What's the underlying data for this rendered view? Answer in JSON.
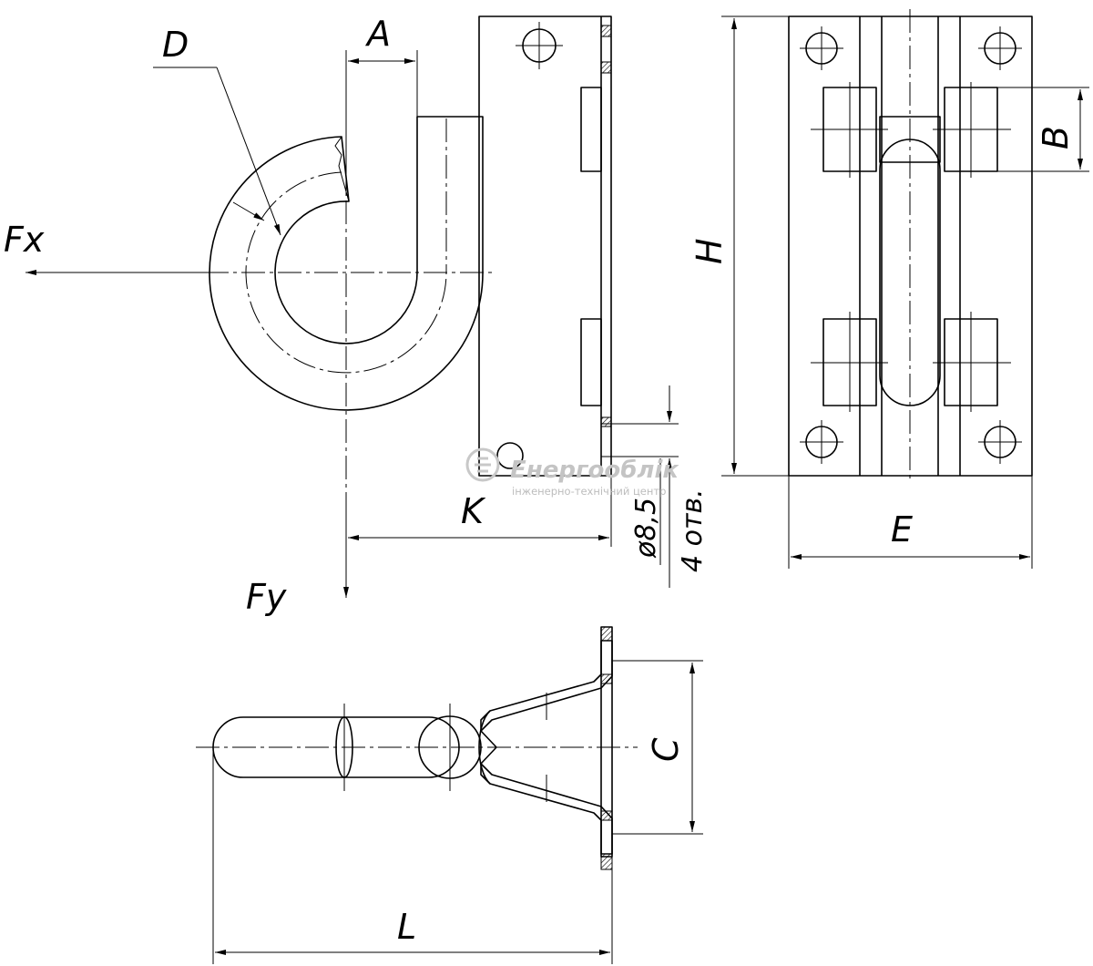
{
  "labels": {
    "D": "D",
    "A": "A",
    "Fx": "Fx",
    "Fy": "Fy",
    "K": "K",
    "H": "H",
    "B": "B",
    "E": "E",
    "C": "C",
    "L": "L"
  },
  "notes": {
    "hole_diameter": "ø8,5",
    "hole_count": "4 отв."
  },
  "watermark": {
    "name": "Енергооблік",
    "subtitle": "інженерно-технічний центр"
  }
}
